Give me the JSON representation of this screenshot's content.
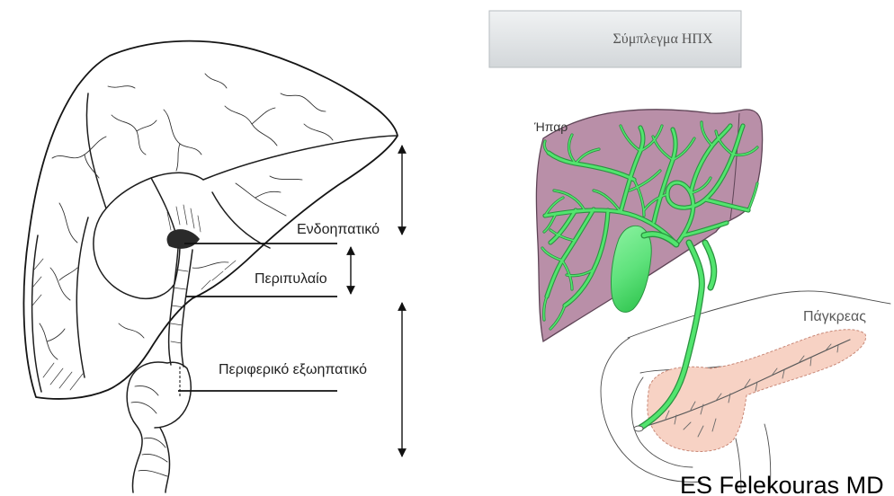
{
  "title_box": {
    "label": "Σύμπλεγμα ΗΠΧ"
  },
  "left_diagram": {
    "intrahepatic_label": "Ενδοηπατικό",
    "perihilar_label": "Περιπυλαίο",
    "distal_extrahepatic_label": "Περιφερικό εξωηπατικό"
  },
  "right_diagram": {
    "liver_label": "Ήπαρ",
    "pancreas_label": "Πάγκρεας"
  },
  "credit": "ES Felekouras MD",
  "colors": {
    "liver": "#b98fa8",
    "liver_outline": "#5e4456",
    "bile_duct": "#52e56e",
    "bile_duct_outline": "#2b9240",
    "pancreas": "#f7d2c4"
  }
}
